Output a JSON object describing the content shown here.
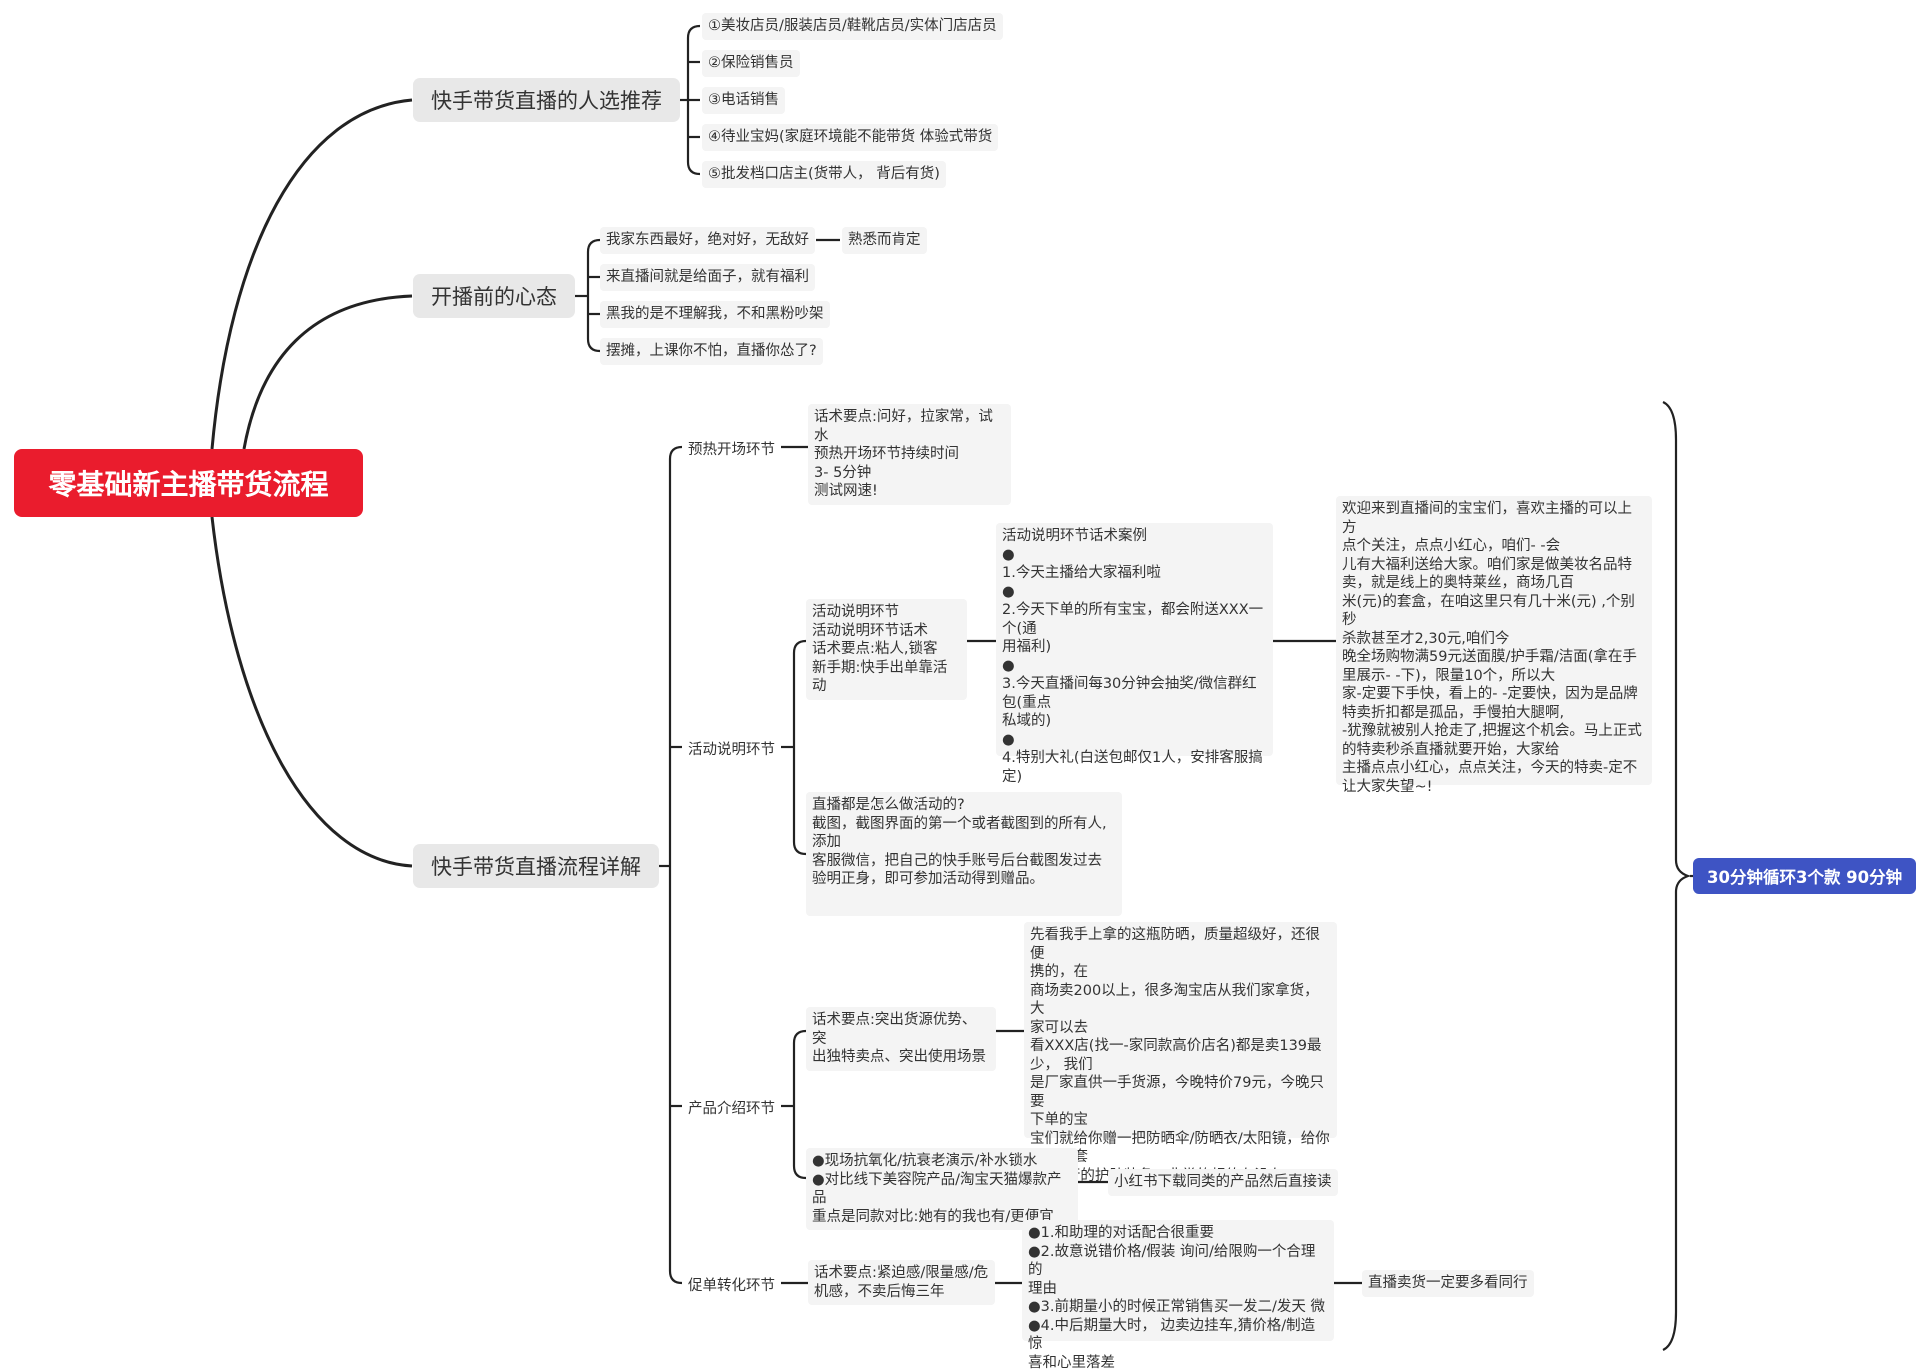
{
  "root": "零基础新主播带货流程",
  "branch1": {
    "title": "快手带货直播的人选推荐",
    "items": [
      "①美妆店员/服装店员/鞋靴店员/实体门店店员",
      "②保险销售员",
      "③电话销售",
      "④待业宝妈(家庭环境能不能带货 体验式带货",
      "⑤批发档口店主(货带人， 背后有货)"
    ]
  },
  "branch2": {
    "title": "开播前的心态",
    "items": [
      "我家东西最好，绝对好，无敌好",
      "来直播间就是给面子，就有福利",
      "黑我的是不理解我，不和黑粉吵架",
      "摆摊，上课你不怕，直播你怂了?"
    ],
    "sub": "熟悉而肯定"
  },
  "branch3": {
    "title": "快手带货直播流程详解",
    "warmup": {
      "label": "预热开场环节",
      "note": "话术要点:问好，拉家常，试水\n预热开场环节持续时间\n3- 5分钟\n测试网速!"
    },
    "activity": {
      "label": "活动说明环节",
      "points": "活动说明环节\n活动说明环节话术\n话术要点:粘人,锁客\n新手期:快手出单靠活动",
      "cases": "活动说明环节话术案例\n●\n1.今天主播给大家福利啦\n●\n2.今天下单的所有宝宝，都会附送XXX一个(通\n用福利)\n●\n3.今天直播间每30分钟会抽奖/微信群红包(重点\n私域的)\n●\n4.特别大礼(白送包邮仅1人，安排客服搞定)",
      "script": "欢迎来到直播间的宝宝们，喜欢主播的可以上方\n点个关注，点点小红心，咱们- -会\n儿有大福利送给大家。咱们家是做美妆名品特\n卖，就是线上的奥特莱丝，商场几百\n米(元)的套盒，在咱这里只有几十米(元) ,个别秒\n杀款甚至才2,30元,咱们今\n晚全场购物满59元送面膜/护手霜/洁面(拿在手\n里展示- -下)，限量10个，所以大\n家-定要下手快，看上的- -定要快，因为是品牌\n特卖折扣都是孤品，手慢拍大腿啊,\n-犹豫就被别人抢走了,把握这个机会。马上正式\n的特卖秒杀直播就要开始，大家给\n主播点点小红心，点点关注，今天的特卖-定不\n让大家失望~!",
      "howto": "直播都是怎么做活动的?\n截图，截图界面的第一个或者截图到的所有人,\n添加\n客服微信，把自己的快手账号后台截图发过去\n验明正身，即可参加活动得到赠品。\n "
    },
    "product": {
      "label": "产品介绍环节",
      "points": "话术要点:突出货源优势、突\n出独特卖点、突出使用场景",
      "script": "先看我手上拿的这瓶防晒，质量超级好，还很便\n携的，在\n商场卖200以上，很多淘宝店从我们家拿货，大\n家可以去\n看XXX店(找一-家同款高价店名)都是卖139最\n少， 我们\n是厂家直供一手货源，今晚特价79元，今晚只要\n下单的宝\n宝们就给你赠一把防晒伞/防晒衣/太阳镜，给你\n配齐全套\n2 s出行的护肤装备，非常的超值有没有!!!",
      "compare": "●现场抗氧化/抗衰老演示/补水锁水\n●对比线下美容院产品/淘宝天猫爆款产品\n重点是同款对比:她有的我也有/更便宜",
      "compare_sub": "小红书下载同类的产品然后直接读"
    },
    "closing": {
      "label": "促单转化环节",
      "points": "话术要点:紧迫感/限量感/危\n机感，不卖后悔三年",
      "tips": "●1.和助理的对话配合很重要\n●2.故意说错价格/假装 询问/给限购一个合理的\n理由\n●3.前期量小的时候正常销售买一发二/发天 微\n●4.中后期量大时， 边卖边挂车,猜价格/制造惊\n喜和心里落差",
      "sub": "直播卖货一定要多看同行"
    },
    "loop": "30分钟循环3个款 90分钟"
  },
  "colors": {
    "root": "#ea1c2d",
    "accent": "#3e54c4",
    "line": "#222222"
  }
}
